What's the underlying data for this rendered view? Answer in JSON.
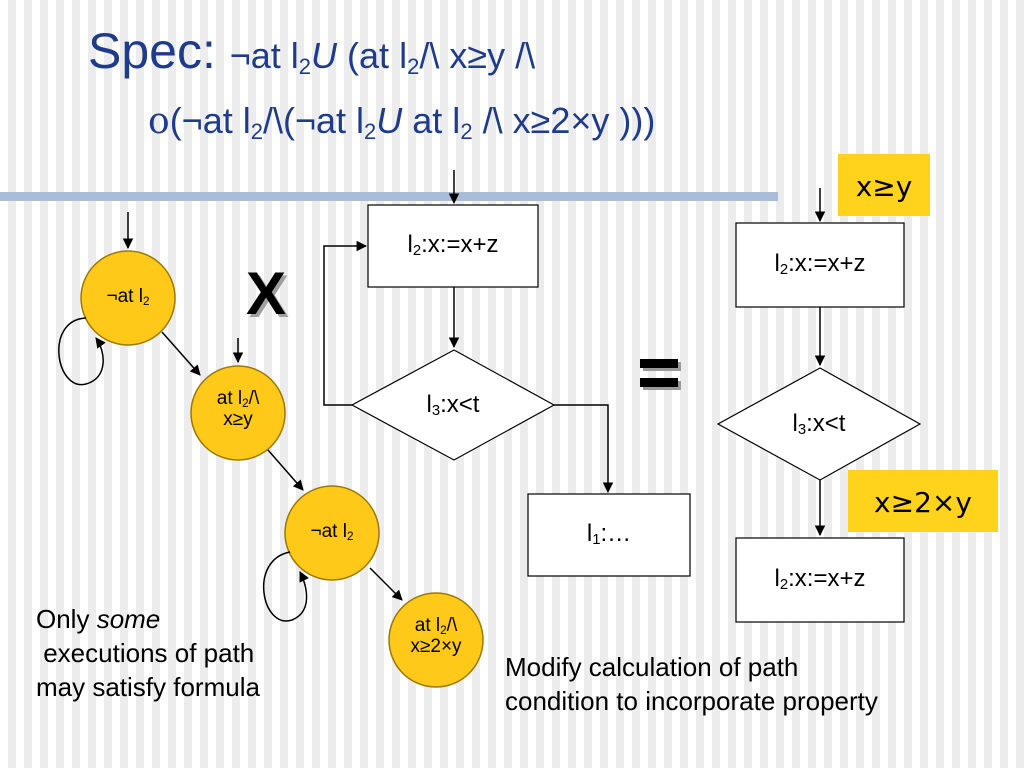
{
  "title": {
    "line1": {
      "spec_label": "Spec: ",
      "neg_at": "¬at l",
      "sub1": "2",
      "until": "U",
      "rest": " (at l",
      "sub2": "2",
      "tail": "/\\ x≥y /\\"
    },
    "line2": {
      "next_op": "ο",
      "open": "(¬at l",
      "sub1": "2",
      "mid": "/\\(¬at l",
      "sub2": "2",
      "until": "U",
      "at": " at l",
      "sub3": "2",
      "tail": " /\\ x≥2×y )))"
    }
  },
  "automaton": {
    "states": [
      {
        "line1": "¬at l",
        "sub": "2",
        "line2": ""
      },
      {
        "line1": "at l",
        "sub": "2",
        "suffix": "/\\",
        "line2": "x≥y"
      },
      {
        "line1": "¬at l",
        "sub": "2",
        "line2": ""
      },
      {
        "line1": "at l",
        "sub": "2",
        "suffix": "/\\",
        "line2": "x≥2×y"
      }
    ]
  },
  "product_symbol": "X",
  "equals_symbol": "=",
  "program": {
    "assign": {
      "label": "l",
      "sub": "2",
      "text": ":x:=x+z"
    },
    "cond": {
      "label": "l",
      "sub": "3",
      "text": ":x<t"
    },
    "exit": {
      "label": "l",
      "sub": "1",
      "text": ":…"
    }
  },
  "result": {
    "pre_condition": "x≥y",
    "assign1": {
      "label": "l",
      "sub": "2",
      "text": ":x:=x+z"
    },
    "cond": {
      "label": "l",
      "sub": "3",
      "text": ":x<t"
    },
    "mid_condition": "x≥2×y",
    "assign2": {
      "label": "l",
      "sub": "2",
      "text": ":x:=x+z"
    }
  },
  "captions": {
    "left_line1_a": "Only ",
    "left_line1_b": "some",
    "left_line2": " executions of path",
    "left_line3": "may satisfy formula",
    "right_line1": "Modify calculation of path",
    "right_line2": "condition to incorporate property"
  },
  "colors": {
    "title": "#1f3c8c",
    "state_fill": "#ffc91a",
    "label_fill": "#ffd21c",
    "rule": "#a9bcd8"
  }
}
